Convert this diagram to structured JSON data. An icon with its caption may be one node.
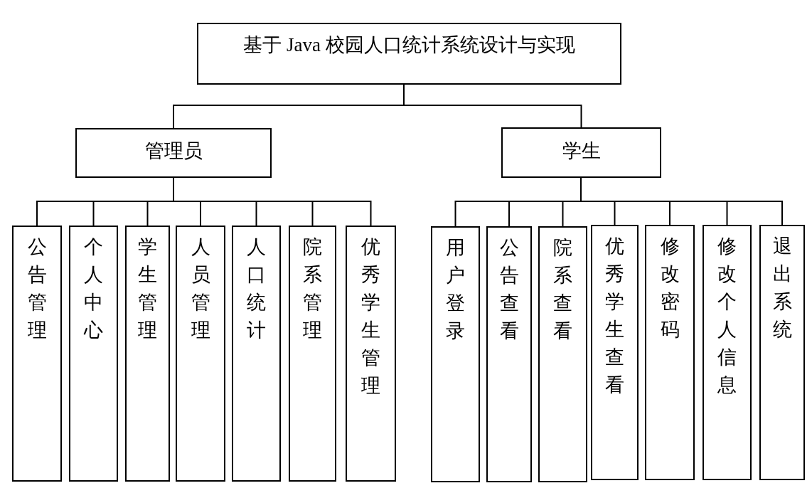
{
  "diagram": {
    "nodes": [
      {
        "text": [
          "基于 Java 校园人口统计系统设计与实现"
        ]
      },
      {
        "text": [
          "管理员"
        ]
      },
      {
        "text": [
          "学生"
        ]
      },
      {
        "text": [
          "公告管理"
        ]
      },
      {
        "text": [
          "个人中心"
        ]
      },
      {
        "text": [
          "学生管理"
        ]
      },
      {
        "text": [
          "人员管理"
        ]
      },
      {
        "text": [
          "人口统计"
        ]
      },
      {
        "text": [
          "院系管理"
        ]
      },
      {
        "text": [
          "优秀学生管理"
        ]
      },
      {
        "text": [
          "用户登录"
        ]
      },
      {
        "text": [
          "公告查看"
        ]
      },
      {
        "text": [
          "院系查看"
        ]
      },
      {
        "text": [
          "优秀学生查看"
        ]
      },
      {
        "text": [
          "修改密码"
        ]
      },
      {
        "text": [
          "修改个人信息"
        ]
      },
      {
        "text": [
          "退出系统"
        ]
      }
    ],
    "edges": [
      {
        "from": 0,
        "to": 1,
        "arrow": "none"
      },
      {
        "from": 0,
        "to": 2,
        "arrow": "none"
      },
      {
        "from": 1,
        "to": 3,
        "arrow": "none"
      },
      {
        "from": 1,
        "to": 4,
        "arrow": "none"
      },
      {
        "from": 1,
        "to": 5,
        "arrow": "none"
      },
      {
        "from": 1,
        "to": 6,
        "arrow": "none"
      },
      {
        "from": 1,
        "to": 7,
        "arrow": "none"
      },
      {
        "from": 1,
        "to": 8,
        "arrow": "none"
      },
      {
        "from": 1,
        "to": 9,
        "arrow": "none"
      },
      {
        "from": 2,
        "to": 10,
        "arrow": "none"
      },
      {
        "from": 2,
        "to": 11,
        "arrow": "none"
      },
      {
        "from": 2,
        "to": 12,
        "arrow": "none"
      },
      {
        "from": 2,
        "to": 13,
        "arrow": "none"
      },
      {
        "from": 2,
        "to": 14,
        "arrow": "none"
      },
      {
        "from": 2,
        "to": 15,
        "arrow": "none"
      },
      {
        "from": 2,
        "to": 16,
        "arrow": "none"
      }
    ]
  }
}
